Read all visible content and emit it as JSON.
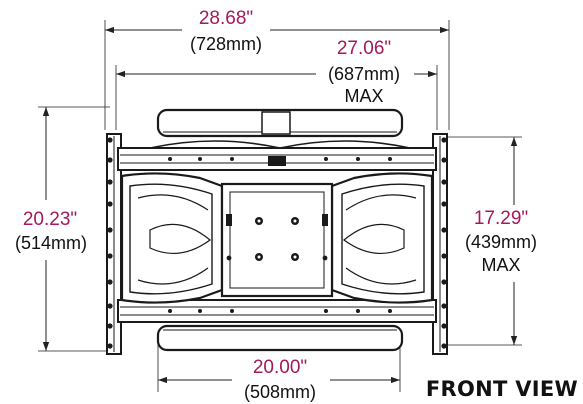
{
  "view_title": "FRONT VIEW",
  "dimensions": {
    "overall_width": {
      "inches": "28.68\"",
      "mm": "(728mm)"
    },
    "max_width": {
      "inches": "27.06\"",
      "mm": "(687mm)",
      "note": "MAX"
    },
    "overall_height": {
      "inches": "20.23\"",
      "mm": "(514mm)"
    },
    "max_height": {
      "inches": "17.29\"",
      "mm": "(439mm)",
      "note": "MAX"
    },
    "plate_width": {
      "inches": "20.00\"",
      "mm": "(508mm)"
    }
  },
  "colors": {
    "inch_text": "#a3195b",
    "metric_text": "#111111",
    "line": "#222222"
  }
}
